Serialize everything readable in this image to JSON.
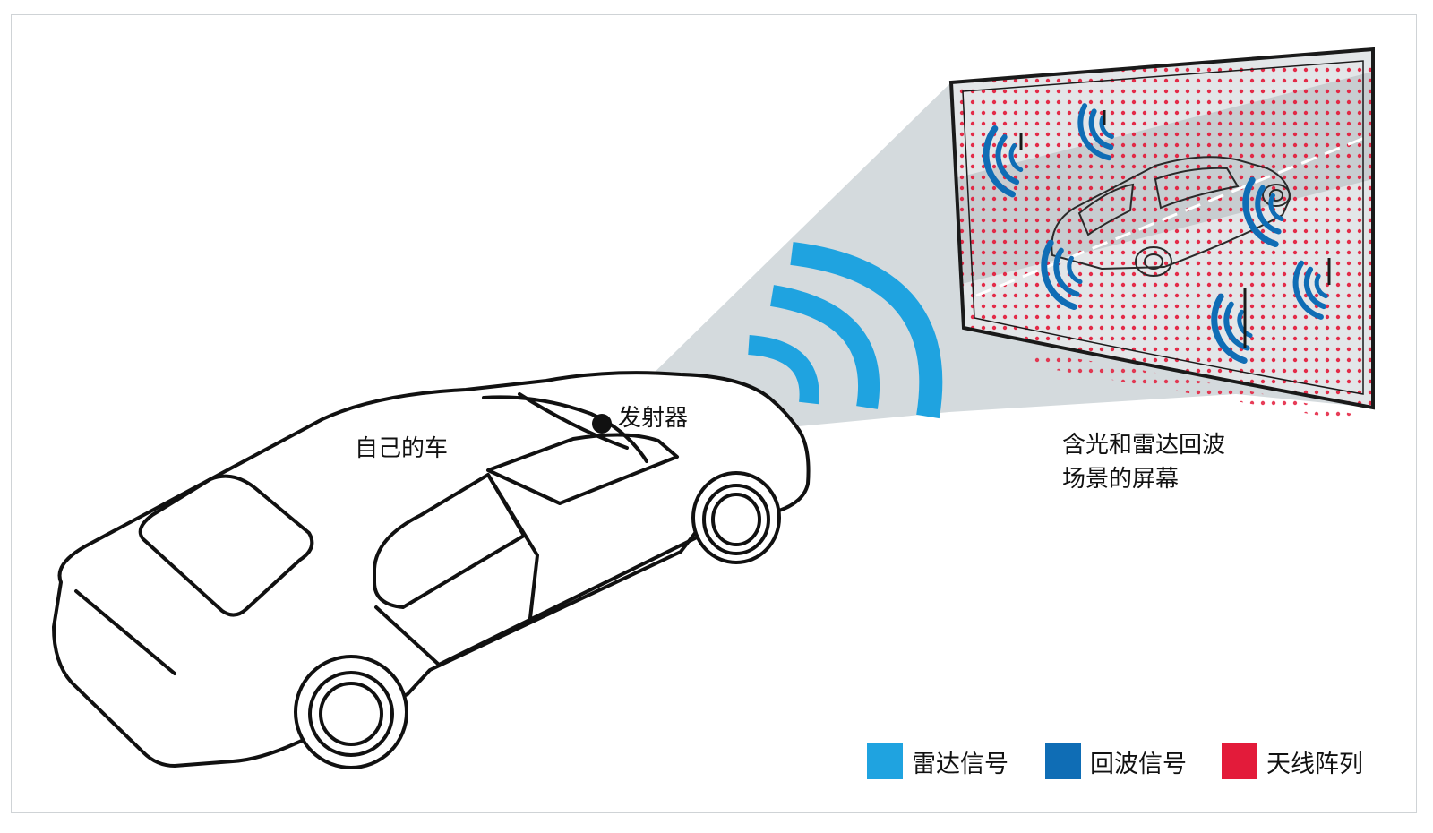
{
  "labels": {
    "own_car": "自己的车",
    "emitter": "发射器",
    "screen_line1": "含光和雷达回波",
    "screen_line2": "场景的屏幕"
  },
  "legend": [
    {
      "label": "雷达信号",
      "color": "#1fa3e0"
    },
    {
      "label": "回波信号",
      "color": "#0f6db5"
    },
    {
      "label": "天线阵列",
      "color": "#e31b3a"
    }
  ],
  "colors": {
    "beam": "#d4dadd",
    "screen_frame": "#1a1a1a",
    "screen_fill": "#e6e8ea",
    "road_stripe": "#9aa3a8"
  },
  "icons": {
    "car": "sedan-line-drawing",
    "emitter": "filled-dot",
    "radar_waves": "wifi-arcs"
  }
}
